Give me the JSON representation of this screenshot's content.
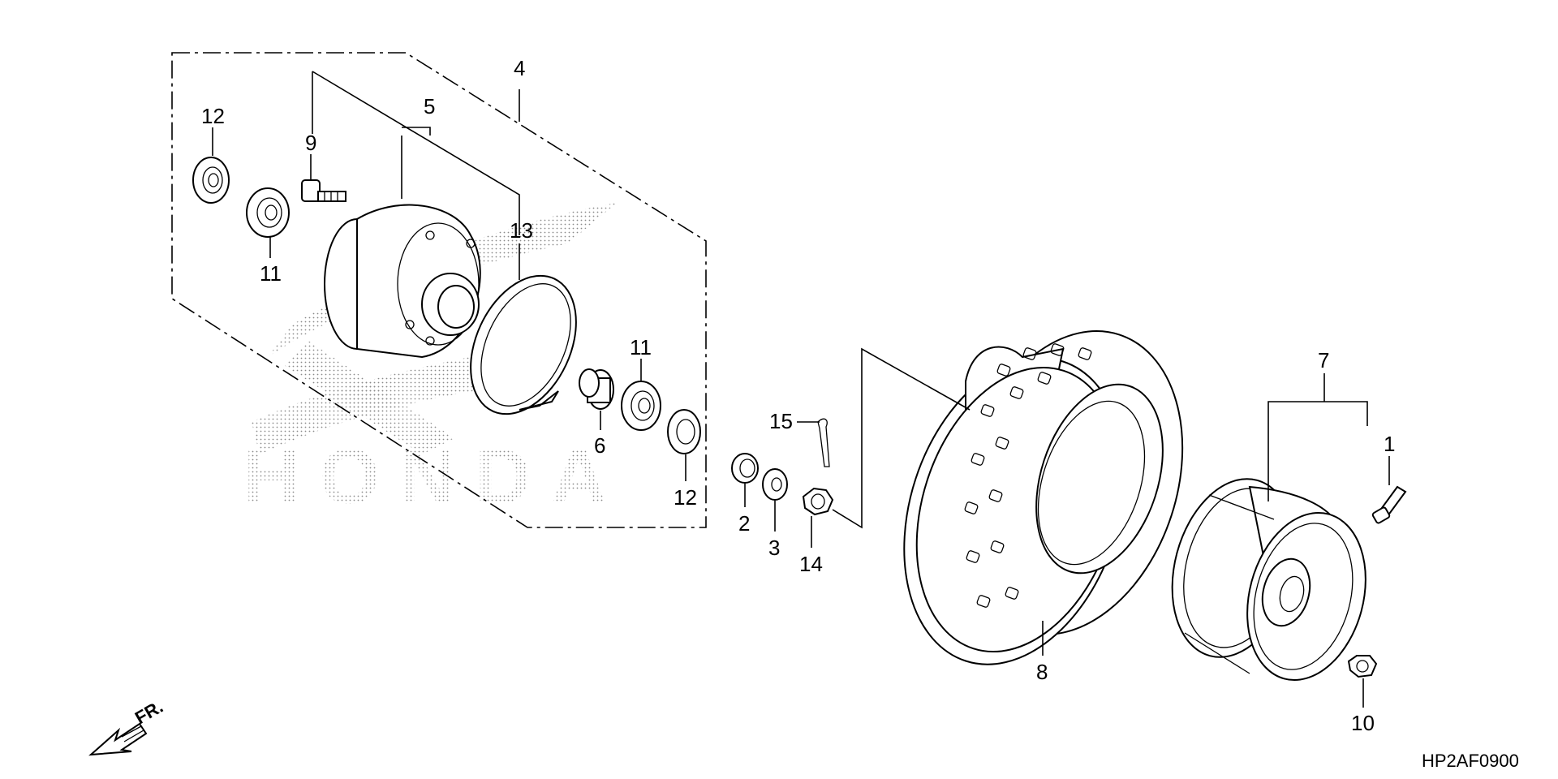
{
  "diagram_code": "HP2AF0900",
  "direction_label": "FR.",
  "watermark_text": "HONDA",
  "callouts": {
    "c1": "1",
    "c2": "2",
    "c3": "3",
    "c4": "4",
    "c5": "5",
    "c6": "6",
    "c7": "7",
    "c8": "8",
    "c9": "9",
    "c10": "10",
    "c11a": "11",
    "c11b": "11",
    "c12a": "12",
    "c12b": "12",
    "c13": "13",
    "c14": "14",
    "c15": "15"
  },
  "icons": [
    "front-direction-arrow-icon",
    "honda-wing-watermark"
  ]
}
